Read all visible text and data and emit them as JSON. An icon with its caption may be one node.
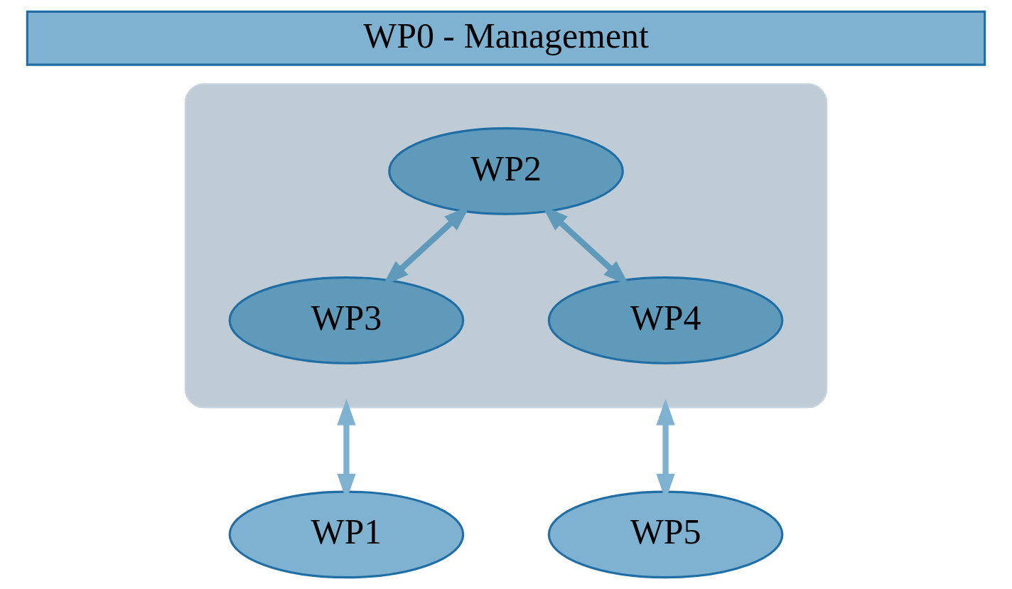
{
  "diagram": {
    "nodes": [
      {
        "text": [
          "WP0 - Management"
        ]
      },
      {
        "text": [],
        "shape": "box"
      },
      {
        "text": [
          "WP2"
        ],
        "in": 1
      },
      {
        "text": [
          "WP3"
        ],
        "in": 1
      },
      {
        "text": [
          "WP4"
        ],
        "in": 1
      },
      {
        "text": [
          "WP1"
        ]
      },
      {
        "text": [
          "WP5"
        ]
      }
    ],
    "edges": [
      {
        "from": 2,
        "to": 3,
        "arrow": "both"
      },
      {
        "from": 2,
        "to": 4,
        "arrow": "both"
      },
      {
        "from": 5,
        "to": 1,
        "arrow": "both"
      },
      {
        "from": 6,
        "to": 1,
        "arrow": "both"
      }
    ]
  }
}
